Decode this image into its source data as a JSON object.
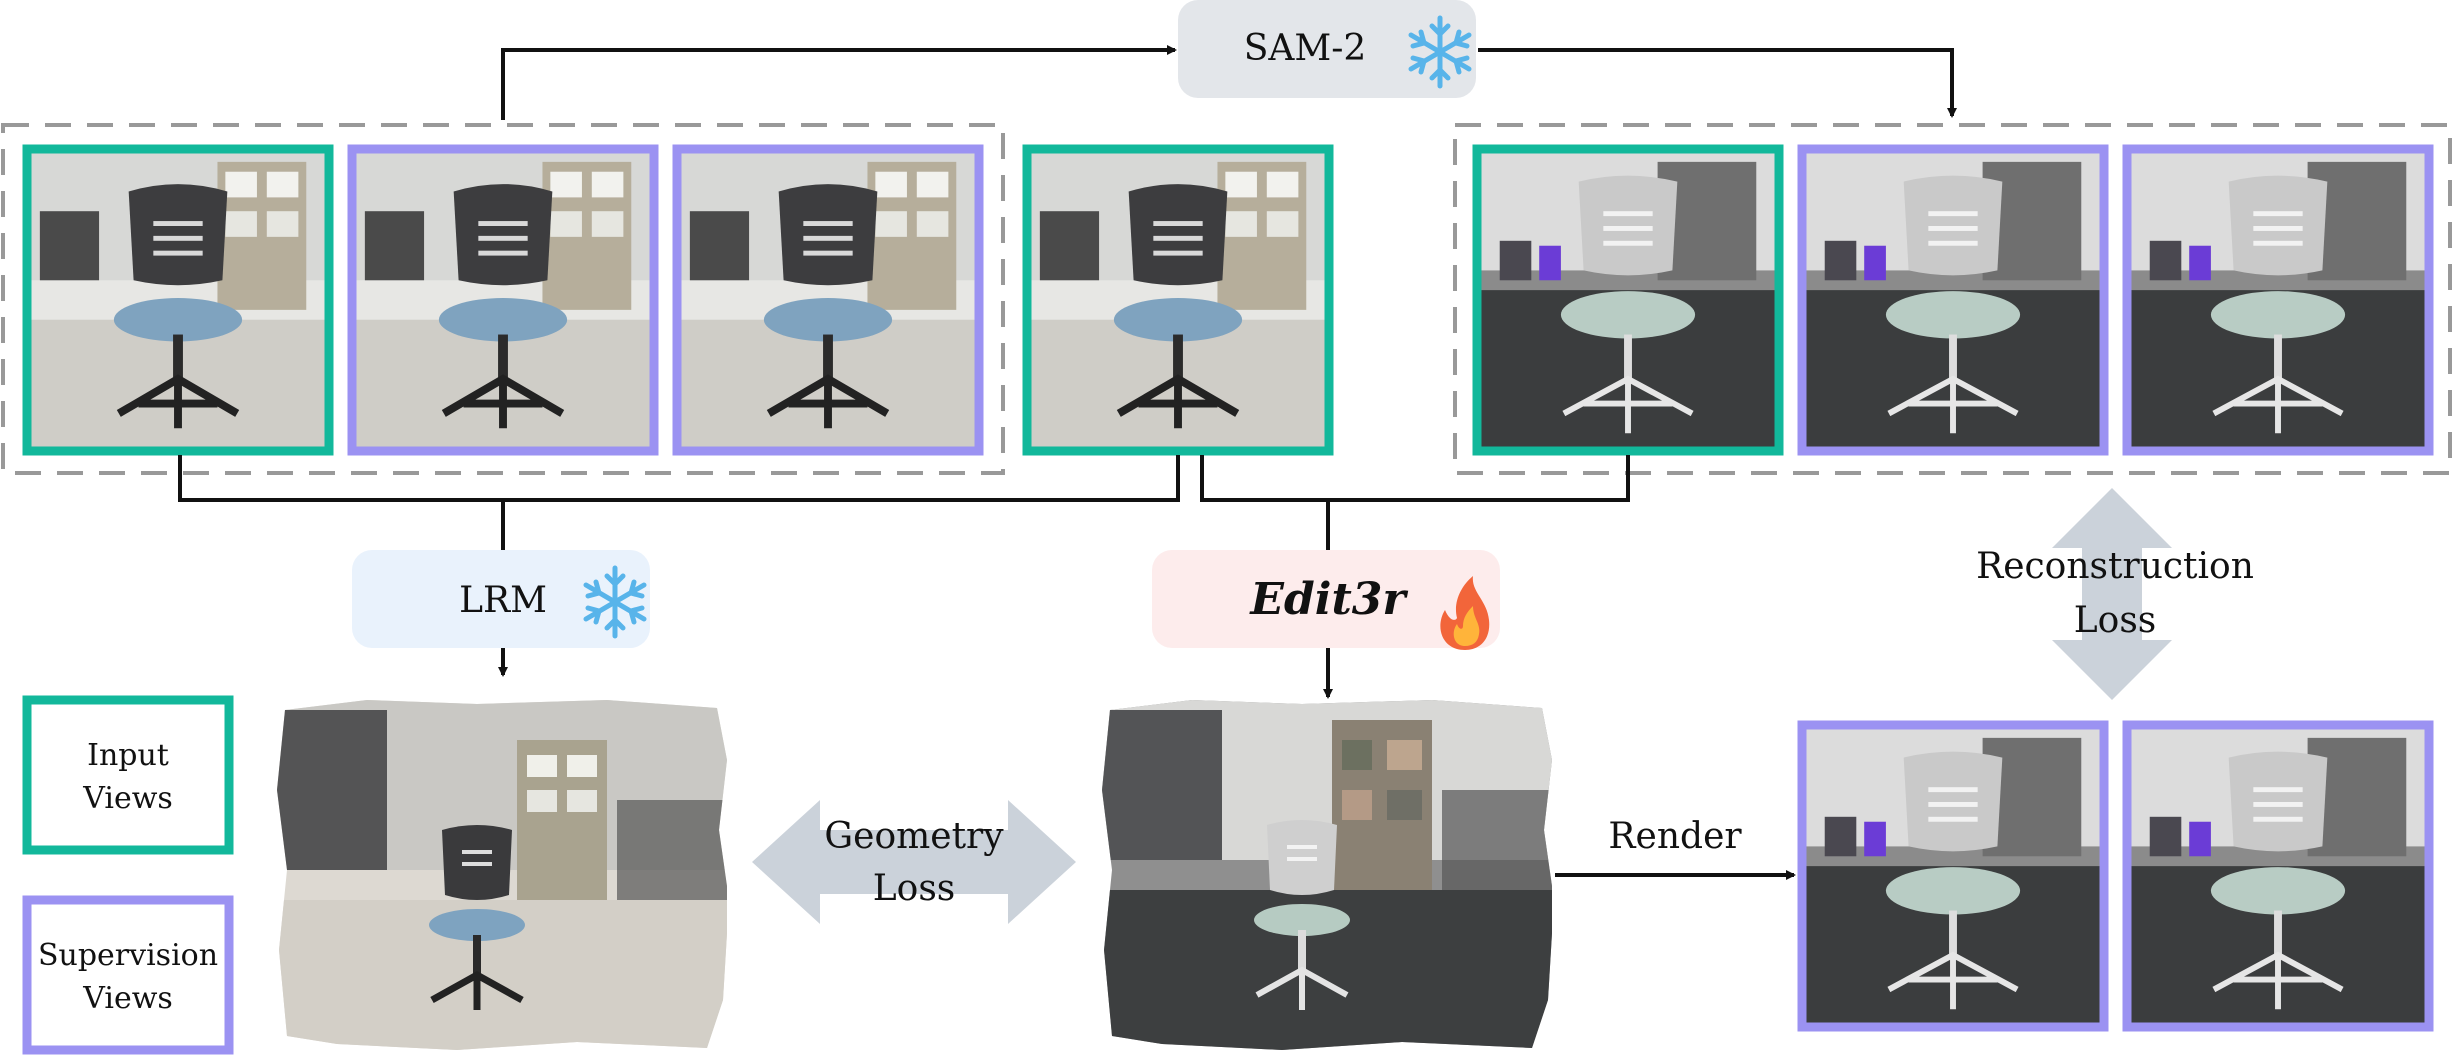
{
  "modules": {
    "sam2": "SAM-2",
    "lrm": "LRM",
    "edit3r": "Edit3r"
  },
  "losses": {
    "geometry": [
      "Geometry",
      "Loss"
    ],
    "reconstruction": [
      "Reconstruction",
      "Loss"
    ]
  },
  "render_label": "Render",
  "legend": {
    "input": [
      "Input",
      "Views"
    ],
    "supervision": [
      "Supervision",
      "Views"
    ]
  },
  "icons": {
    "frozen": "snowflake-icon",
    "trainable": "fire-icon"
  },
  "colors": {
    "input_border": "#12b89b",
    "supervision_border": "#9b92f2",
    "frozen_box": "#e9f2fc",
    "trainable_box": "#fdecec",
    "sam_box": "#e3e6ea",
    "loss_arrow": "#cbd2da",
    "snowflake": "#58b4ea",
    "dashed_group": "#999999"
  }
}
